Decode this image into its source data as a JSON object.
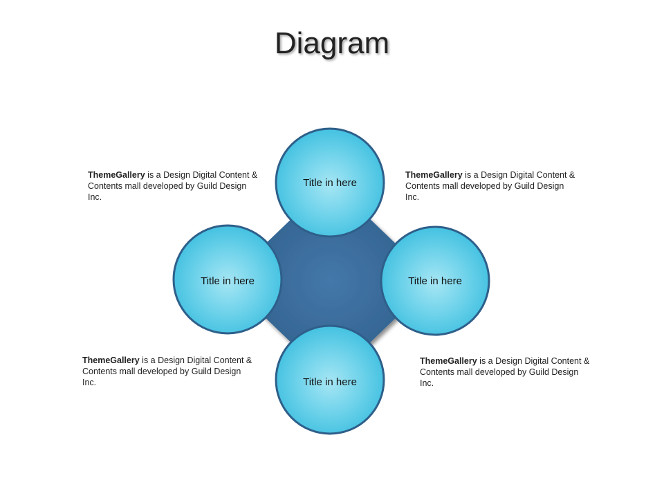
{
  "title": "Diagram",
  "colors": {
    "diamond": "#3a6d9c",
    "circle_fill": "#4ec6e4",
    "circle_border": "#2e5f8a"
  },
  "circles": {
    "top": {
      "label": "Title in here"
    },
    "left": {
      "label": "Title in here"
    },
    "right": {
      "label": "Title in here"
    },
    "bottom": {
      "label": "Title in here"
    }
  },
  "descriptions": {
    "top_left": {
      "brand": "ThemeGallery",
      "text": " is a Design Digital Content & Contents mall developed by Guild Design Inc."
    },
    "top_right": {
      "brand": "ThemeGallery",
      "text": " is a Design Digital Content & Contents mall developed by Guild Design Inc."
    },
    "bottom_left": {
      "brand": "ThemeGallery",
      "text": " is a Design Digital Content & Contents mall developed by Guild Design Inc."
    },
    "bottom_right": {
      "brand": "ThemeGallery",
      "text": " is a Design Digital Content & Contents mall developed by Guild Design Inc."
    }
  }
}
